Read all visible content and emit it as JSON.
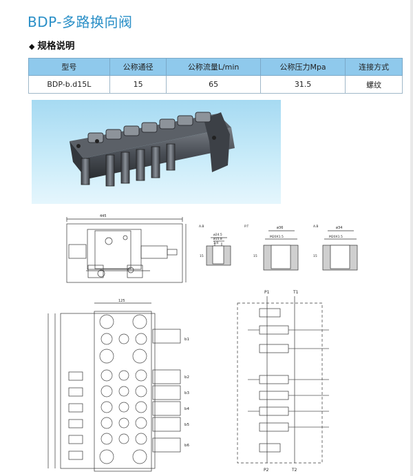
{
  "title": "BDP-多路换向阀",
  "section": {
    "bullet": "◆",
    "label": "规格说明"
  },
  "table": {
    "headers": [
      "型号",
      "公称通径",
      "公称流量L/min",
      "公称压力Mpa",
      "连接方式"
    ],
    "row": [
      "BDP-b.d15L",
      "15",
      "65",
      "31.5",
      "螺纹"
    ]
  },
  "drawings": {
    "top_dim": "445",
    "port_a": {
      "code": "A.B",
      "dia_top": "ø24.5",
      "dia_mid": "ø15.8",
      "thread": "1/4",
      "depth": "15"
    },
    "port_p": {
      "code": "P.T",
      "dia": "ø36",
      "thread": "M20X1.5",
      "depth": "15"
    },
    "port_ab": {
      "code": "A.B",
      "dia": "ø34",
      "thread": "M20X1.5",
      "depth": "15"
    },
    "front_width": "125",
    "ports": [
      "b1",
      "b2",
      "b3",
      "b4",
      "b5",
      "b6"
    ],
    "schematic": {
      "p1": "P1",
      "t1": "T1",
      "p2": "P2",
      "t2": "T2"
    }
  }
}
